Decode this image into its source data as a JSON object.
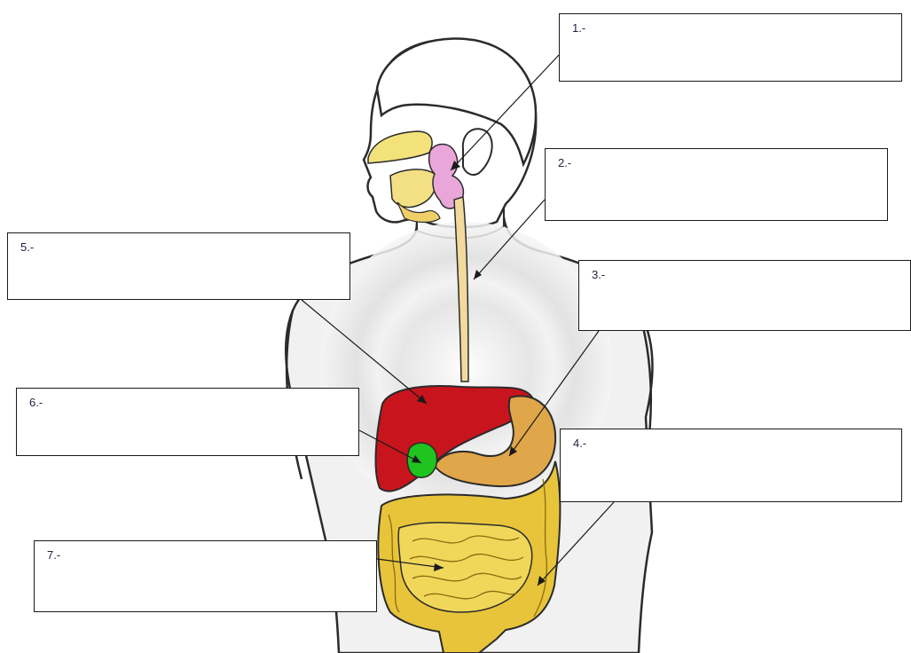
{
  "labels": [
    {
      "number": "1.-"
    },
    {
      "number": "2.-"
    },
    {
      "number": "3.-"
    },
    {
      "number": "4.-"
    },
    {
      "number": "5.-"
    },
    {
      "number": "6.-"
    },
    {
      "number": "7.-"
    }
  ],
  "colors": {
    "outline": "#2b2b2b",
    "skin": "#ffffff",
    "body_shade": "#e6e6e6",
    "liver": "#c8141c",
    "stomach": "#e0a64a",
    "gallbladder": "#1fc41f",
    "intestine": "#e7c43a",
    "salivary": "#e9a6d8",
    "esophagus": "#f2d99c"
  }
}
